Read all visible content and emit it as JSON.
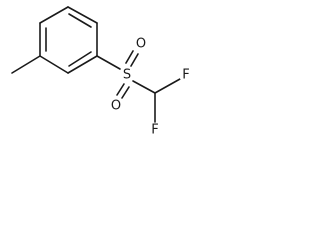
{
  "molecule": {
    "atoms": {
      "sulfur": "S",
      "oxygen_upper": "O",
      "oxygen_lower": "O",
      "fluorine_upper": "F",
      "fluorine_lower": "F"
    }
  }
}
